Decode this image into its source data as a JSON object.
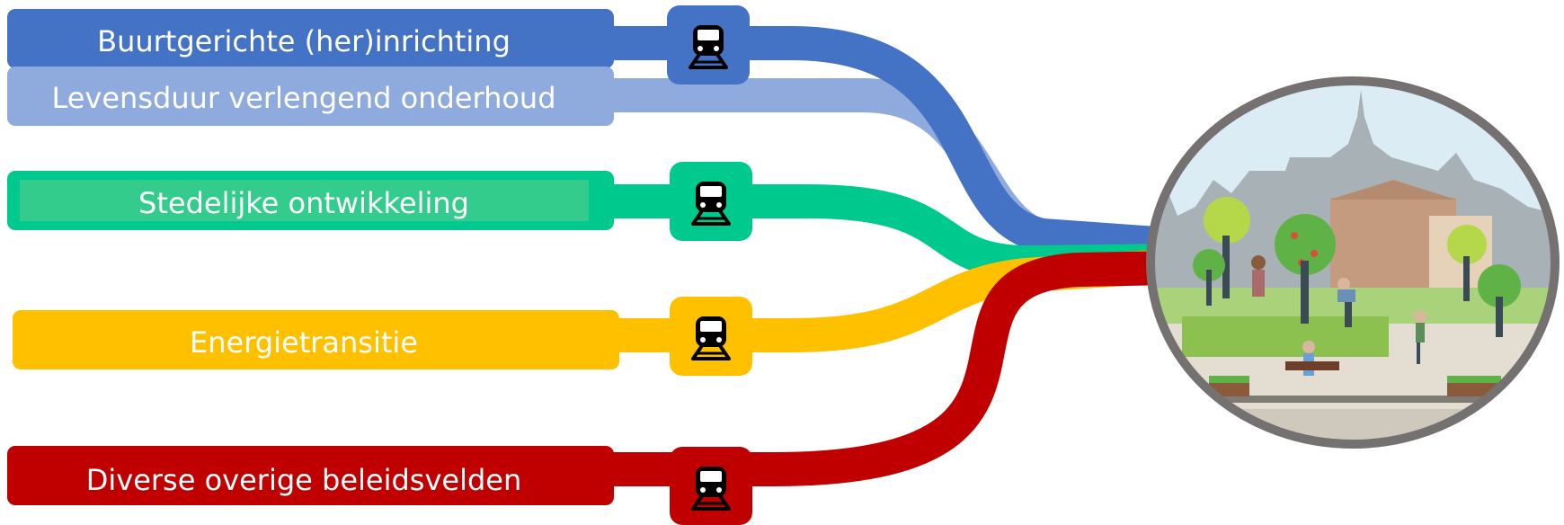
{
  "tracks": [
    {
      "id": "buurt",
      "label": "Buurtgerichte (her)inrichting",
      "color": "#4472c4",
      "has_train": true
    },
    {
      "id": "levensduur",
      "label": "Levensduur verlengend onderhoud",
      "color": "#8faadc",
      "has_train": false
    },
    {
      "id": "stedelijk",
      "label": "Stedelijke ontwikkeling",
      "color": "#00c98e",
      "has_train": true
    },
    {
      "id": "energie",
      "label": "Energietransitie",
      "color": "#ffc000",
      "has_train": true
    },
    {
      "id": "overig",
      "label": "Diverse overige beleidsvelden",
      "color": "#c00000",
      "has_train": true
    }
  ],
  "icons": {
    "train": "train-front-icon"
  },
  "destination": {
    "image": "neighbourhood-illustration",
    "ring_color": "#767171"
  }
}
